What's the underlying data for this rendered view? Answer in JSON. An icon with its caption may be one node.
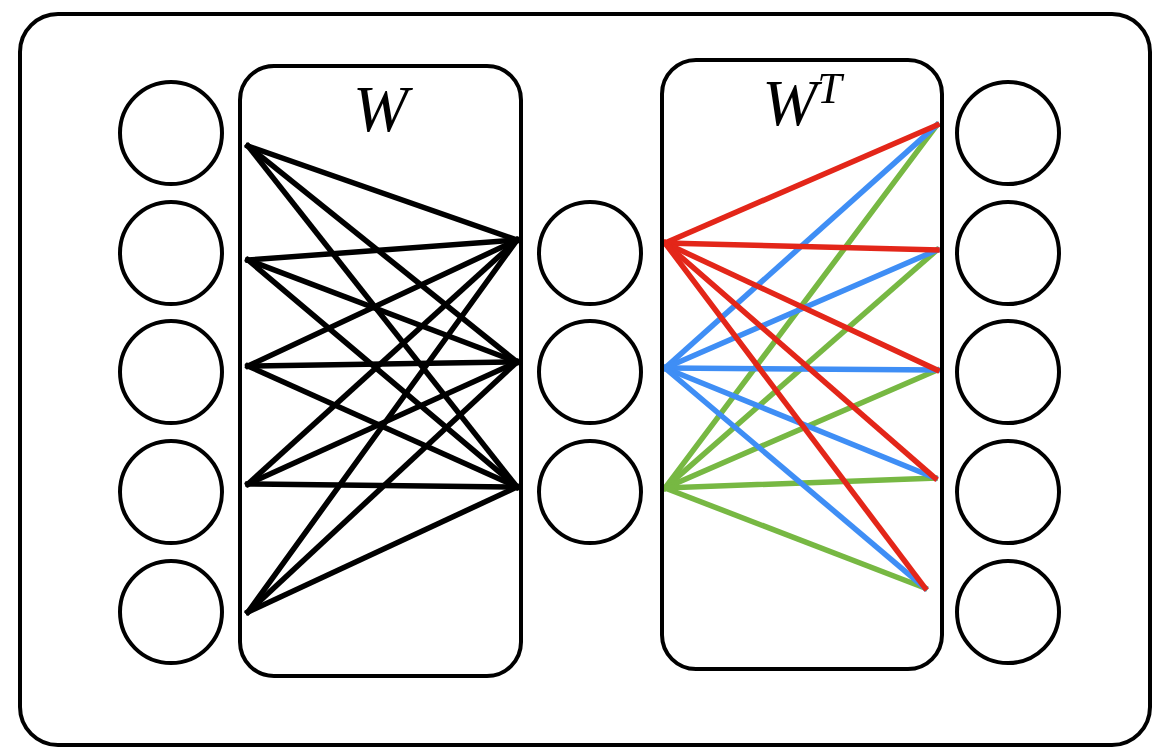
{
  "diagram": {
    "nodes": [
      {
        "text": [],
        "shape": "box"
      },
      {
        "text": [],
        "shape": "circle",
        "in": 0
      },
      {
        "text": [],
        "shape": "circle",
        "in": 0
      },
      {
        "text": [],
        "shape": "circle",
        "in": 0
      },
      {
        "text": [],
        "shape": "circle",
        "in": 0
      },
      {
        "text": [],
        "shape": "circle",
        "in": 0
      },
      {
        "text": [
          "W"
        ],
        "in": 0
      },
      {
        "text": [],
        "shape": "circle",
        "in": 0
      },
      {
        "text": [],
        "shape": "circle",
        "in": 0
      },
      {
        "text": [],
        "shape": "circle",
        "in": 0
      },
      {
        "text": [
          "W$^{T}$"
        ],
        "in": 0
      },
      {
        "text": [],
        "shape": "circle",
        "in": 0
      },
      {
        "text": [],
        "shape": "circle",
        "in": 0
      },
      {
        "text": [],
        "shape": "circle",
        "in": 0
      },
      {
        "text": [],
        "shape": "circle",
        "in": 0
      },
      {
        "text": [],
        "shape": "circle",
        "in": 0
      }
    ]
  }
}
